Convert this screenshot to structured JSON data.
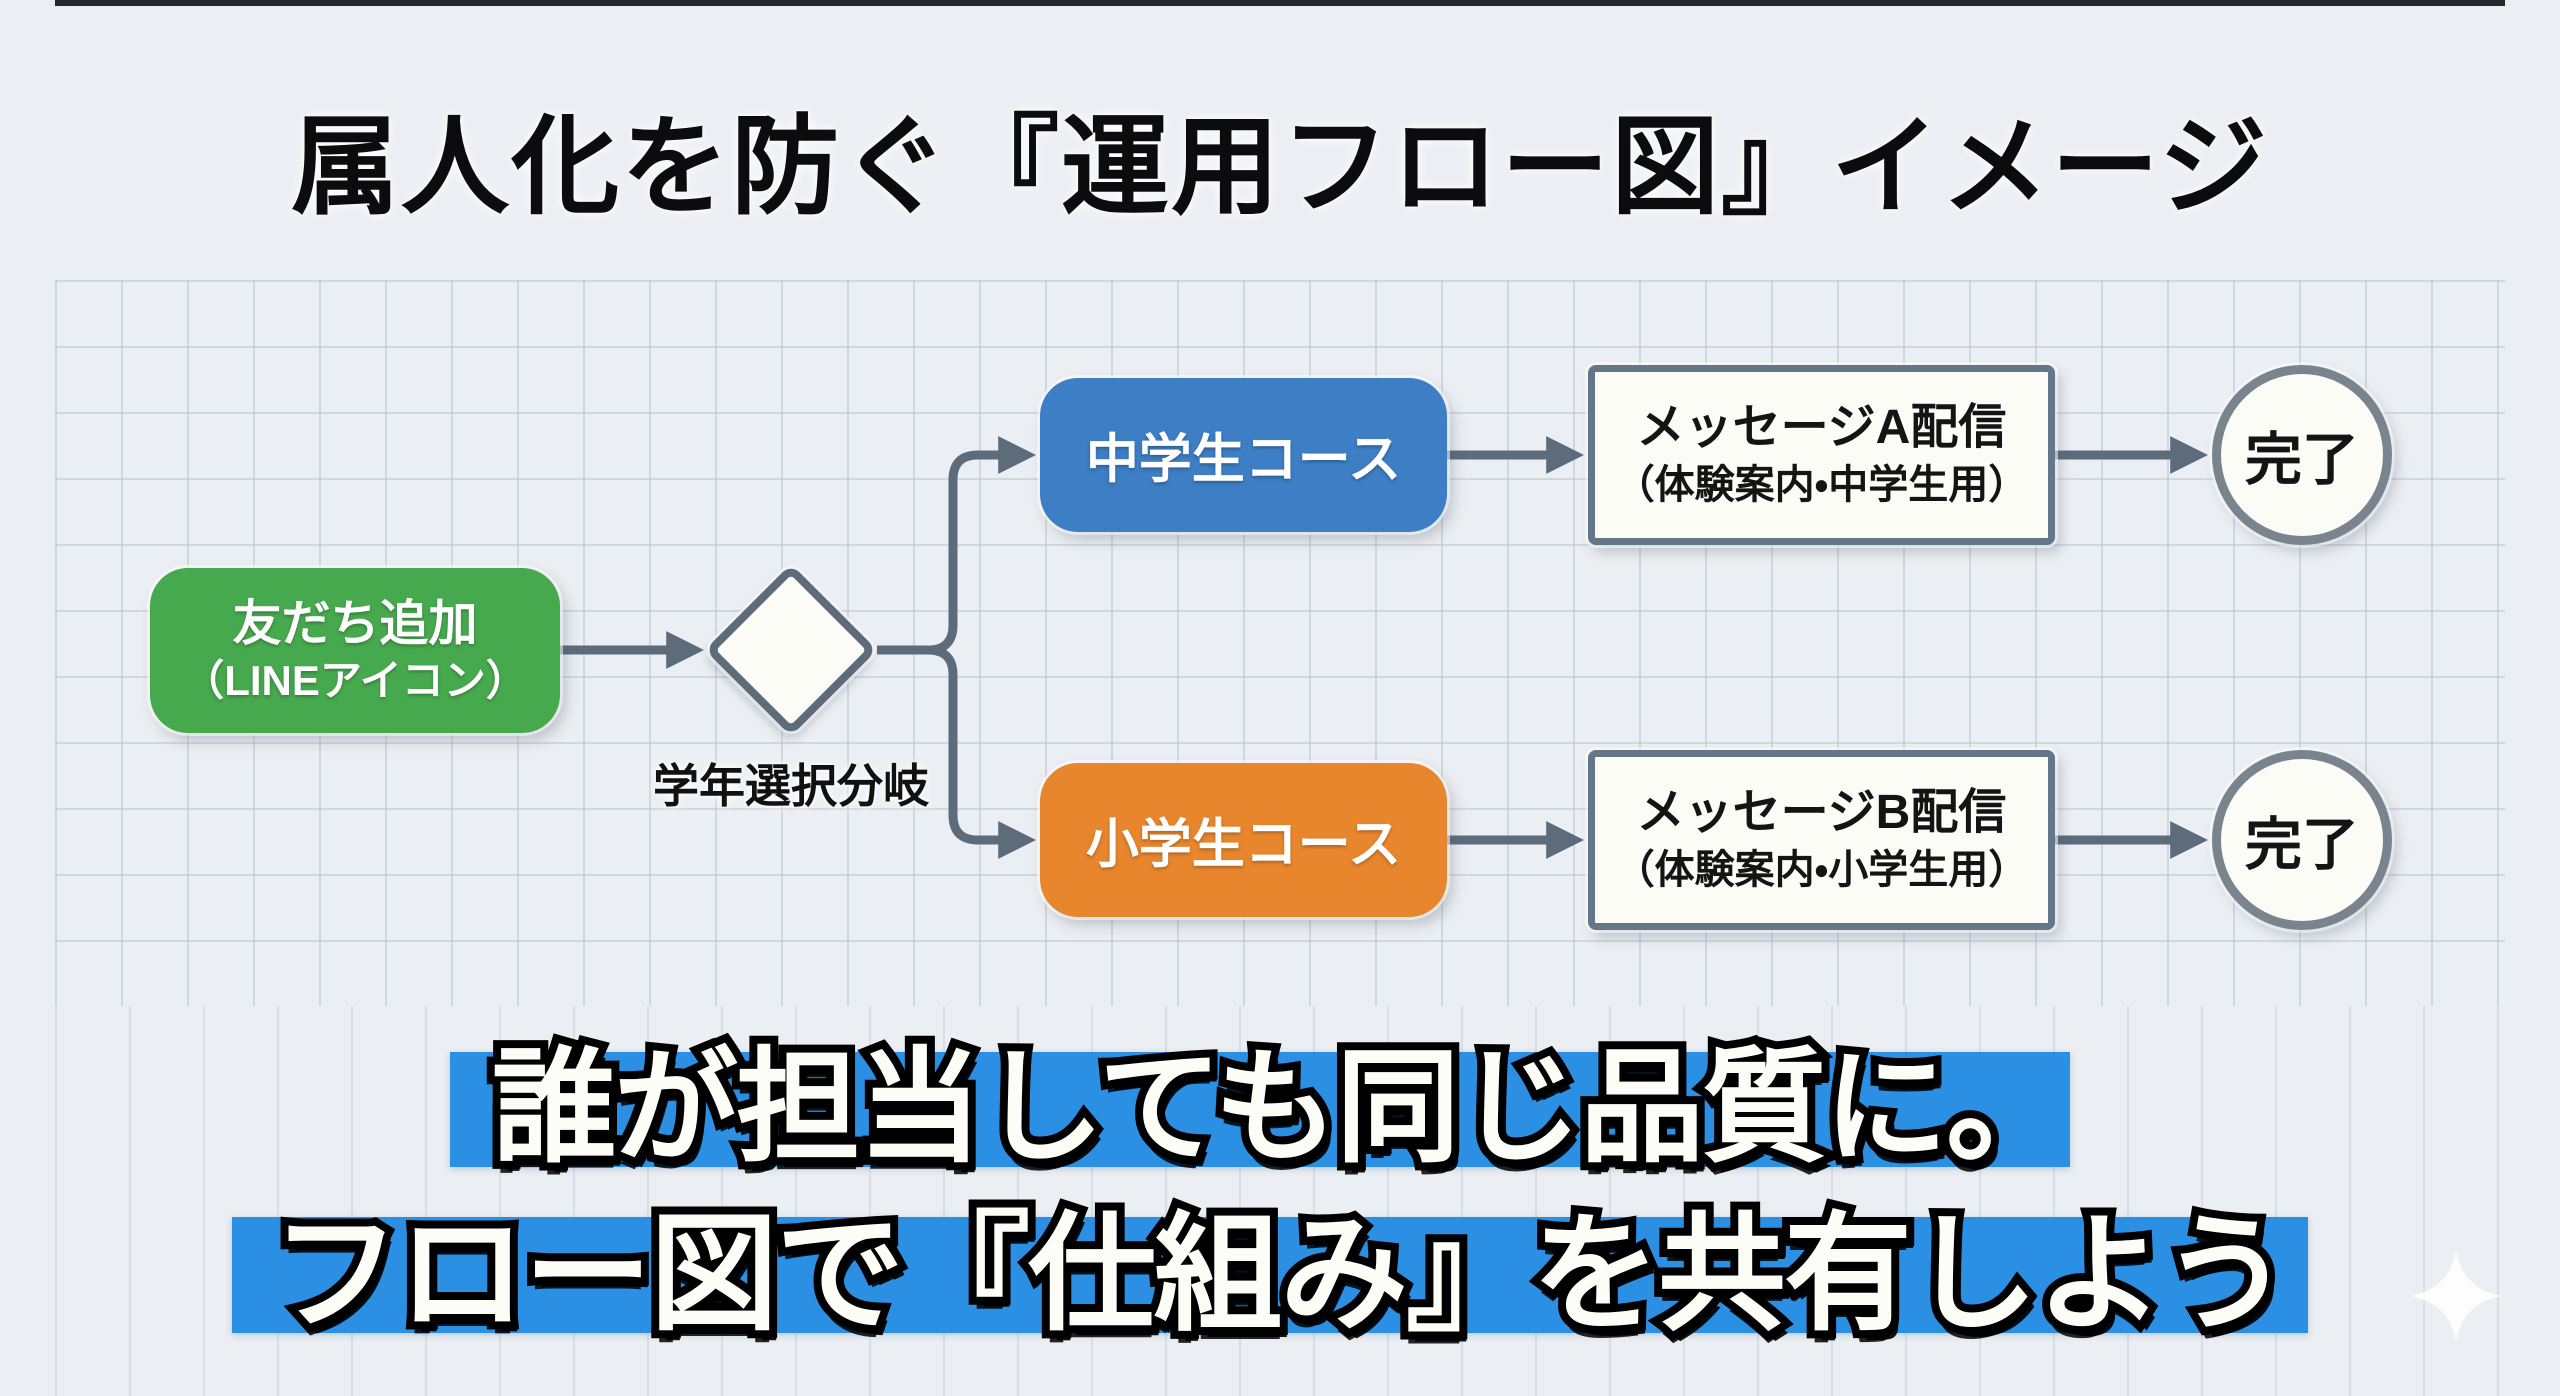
{
  "title": "属人化を防ぐ『運用フロー図』イメージ",
  "colors": {
    "background": "#ebeef2",
    "connector": "#5d6c7b",
    "start_green": "#47a94e",
    "course_blue": "#3d7ec4",
    "course_orange": "#e8862d",
    "caption_highlight": "#2b8fe4",
    "node_fill": "#fcfcf7"
  },
  "flow": {
    "start": {
      "line1": "友だち追加",
      "line2": "（LINEアイコン）"
    },
    "decision_label": "学年選択分岐",
    "branch_top": {
      "course": "中学生コース",
      "message_line1": "メッセージA配信",
      "message_line2": "（体験案内・中学生用）",
      "end_label": "完了"
    },
    "branch_bottom": {
      "course": "小学生コース",
      "message_line1": "メッセージB配信",
      "message_line2": "（体験案内・小学生用）",
      "end_label": "完了"
    }
  },
  "caption": {
    "line1": "誰が担当しても同じ品質に。",
    "line2": "フロー図で『仕組み』を共有しよう"
  },
  "icons": {
    "sparkle": "four-point-sparkle"
  }
}
